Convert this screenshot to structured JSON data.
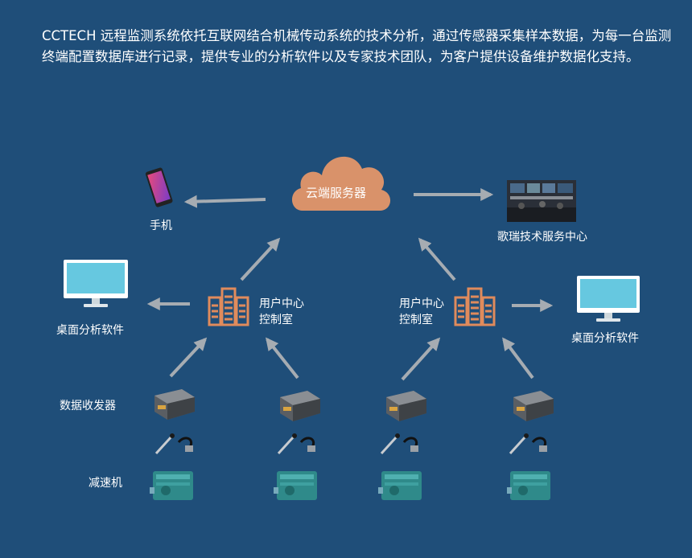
{
  "intro": "CCTECH 远程监测系统依托互联网结合机械传动系统的技术分析，通过传感器采集样本数据，为每一台监测终端配置数据库进行记录，提供专业的分析软件以及专家技术团队，为客户提供设备维护数据化支持。",
  "nodes": {
    "cloud": "云端服务器",
    "phone": "手机",
    "service_center": "歌瑞技术服务中心",
    "desktop_left": "桌面分析软件",
    "desktop_right": "桌面分析软件",
    "control_left": [
      "用户中心",
      "控制室"
    ],
    "control_right": [
      "用户中心",
      "控制室"
    ],
    "collector": "数据收发器",
    "reducer": "减速机"
  },
  "colors": {
    "background": "#1f4e79",
    "cloud": "#d9926a",
    "server": "#e08b5c",
    "arrow": "#a6acb2",
    "monitor_screen": "#66c8e0",
    "gearbox": "#2f8a8a"
  }
}
